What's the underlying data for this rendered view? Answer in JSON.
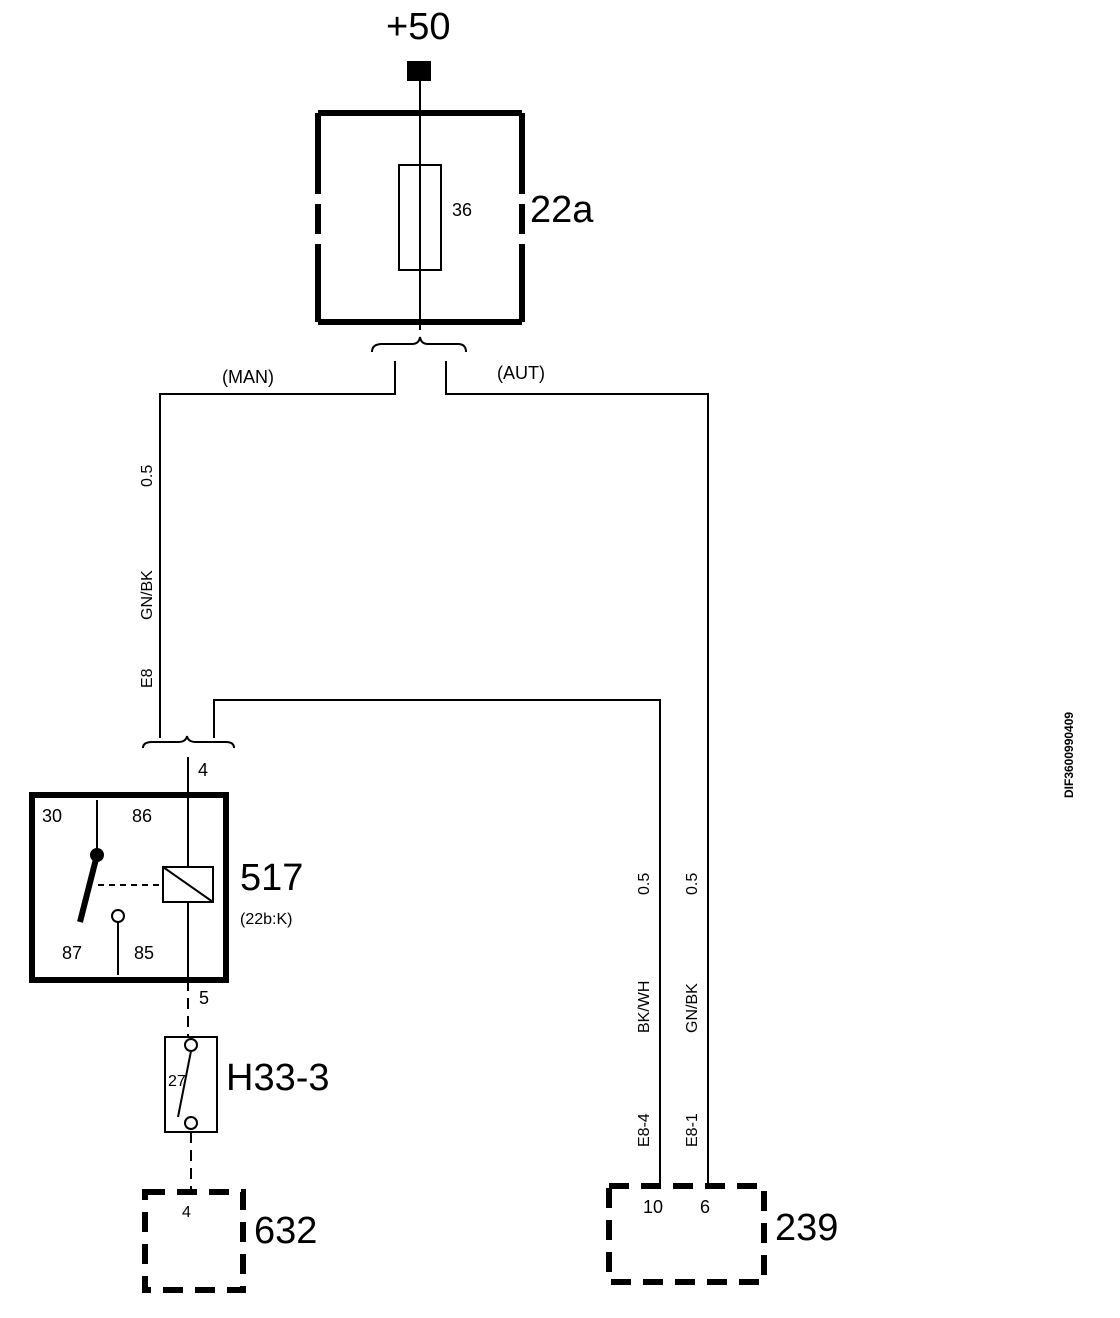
{
  "supply": {
    "label": "+50"
  },
  "fuse_box": {
    "id": "22a",
    "fuse_number": "36"
  },
  "branches": {
    "manual": "(MAN)",
    "automatic": "(AUT)"
  },
  "wires": {
    "left_vertical": {
      "size": "0.5",
      "color": "GN/BK",
      "connector": "E8"
    },
    "middle_vertical": {
      "size": "0.5",
      "color": "BK/WH",
      "connector": "E8-4"
    },
    "right_vertical": {
      "size": "0.5",
      "color": "GN/BK",
      "connector": "E8-1"
    }
  },
  "relay": {
    "id": "517",
    "ref": "(22b:K)",
    "pins": {
      "p30": "30",
      "p86": "86",
      "p87": "87",
      "p85": "85"
    },
    "top_pin": "4",
    "bottom_pin": "5"
  },
  "fuse_h33": {
    "id": "H33-3",
    "number": "27"
  },
  "component_632": {
    "id": "632",
    "pin": "4"
  },
  "component_239": {
    "id": "239",
    "pin_left": "10",
    "pin_right": "6"
  },
  "doc_code": "DIF3600990409"
}
